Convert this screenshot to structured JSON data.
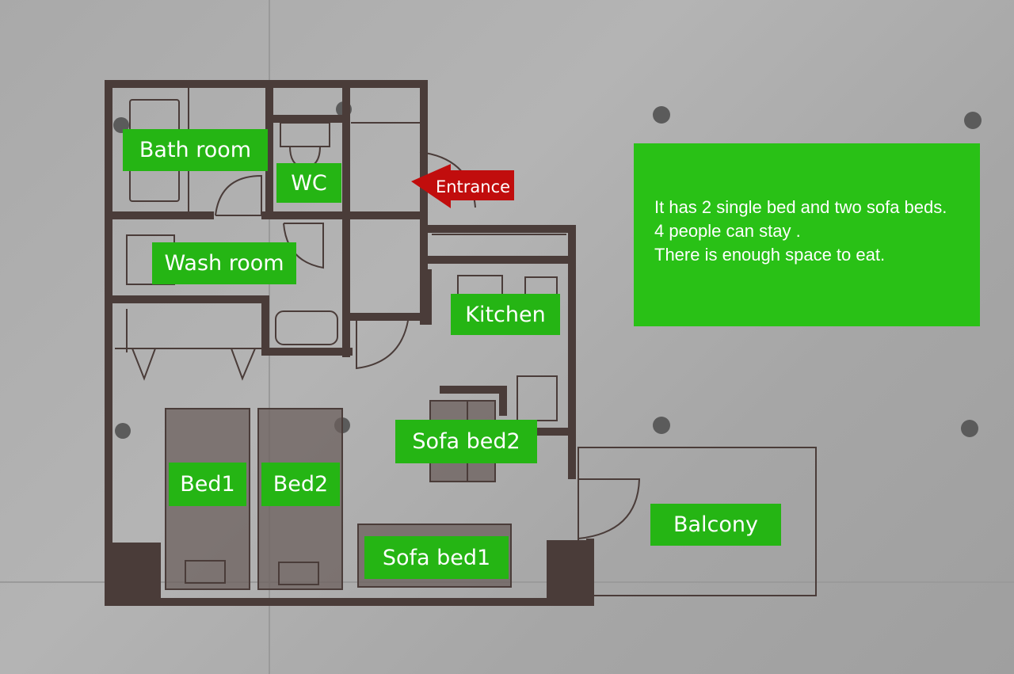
{
  "rooms": {
    "bath_room": "Bath room",
    "wc": "WC",
    "wash_room": "Wash room",
    "kitchen": "Kitchen",
    "bed1": "Bed1",
    "bed2": "Bed2",
    "sofa_bed2": "Sofa bed2",
    "sofa_bed1": "Sofa bed1",
    "balcony": "Balcony"
  },
  "entrance": {
    "label": "Entrance"
  },
  "info": {
    "line1": "It has 2  single bed and two sofa beds.",
    "line2": "4 people can stay .",
    "line3": "There is enough space to eat."
  },
  "colors": {
    "label_green": "#25b514",
    "info_green": "#29c116",
    "wall": "#4a3c39",
    "entrance_red": "#c10d0d",
    "concrete": "#ababab"
  }
}
